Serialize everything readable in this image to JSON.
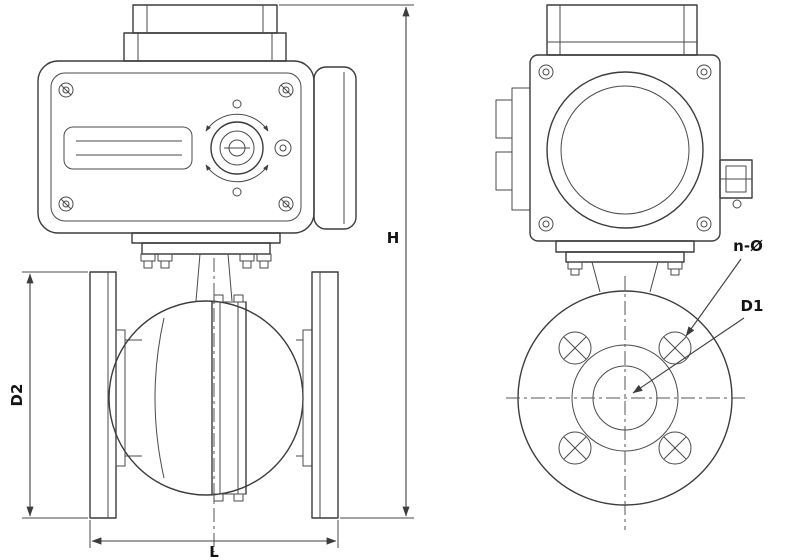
{
  "drawing_labels": {
    "h": "H",
    "d2": "D2",
    "l": "L",
    "n_bolt": "n-Ø",
    "d1": "D1"
  },
  "colors": {
    "background": "#ffffff",
    "line": "#3c3c3c",
    "text": "#141414"
  }
}
